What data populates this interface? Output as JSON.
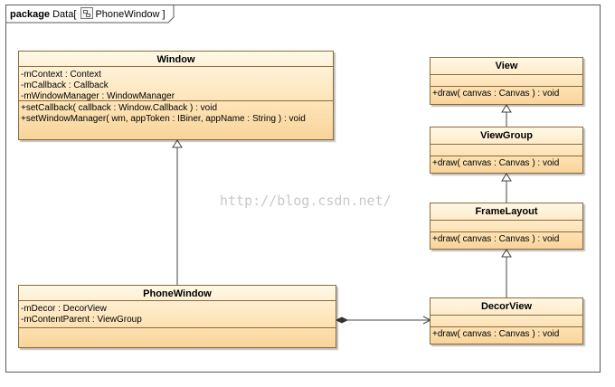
{
  "package": {
    "keyword": "package",
    "name": "Data",
    "bracket_open": "[",
    "diagram_name": "PhoneWindow",
    "bracket_close": "]"
  },
  "watermark": "http://blog.csdn.net/",
  "classes": {
    "window": {
      "name": "Window",
      "attributes": [
        "-mContext : Context",
        "-mCallback : Callback",
        "-mWindowManager : WindowManager"
      ],
      "operations": [
        "+setCallback( callback : Window.Callback ) : void",
        "+setWindowManager( wm, appToken : IBiner, appName : String ) : void"
      ]
    },
    "phone_window": {
      "name": "PhoneWindow",
      "attributes": [
        "-mDecor : DecorView",
        "-mContentParent : ViewGroup"
      ]
    },
    "view": {
      "name": "View",
      "operations": [
        "+draw( canvas : Canvas ) : void"
      ]
    },
    "view_group": {
      "name": "ViewGroup",
      "operations": [
        "+draw( canvas : Canvas ) : void"
      ]
    },
    "frame_layout": {
      "name": "FrameLayout",
      "operations": [
        "+draw( canvas : Canvas ) : void"
      ]
    },
    "decor_view": {
      "name": "DecorView",
      "operations": [
        "+draw( canvas : Canvas ) : void"
      ]
    }
  }
}
